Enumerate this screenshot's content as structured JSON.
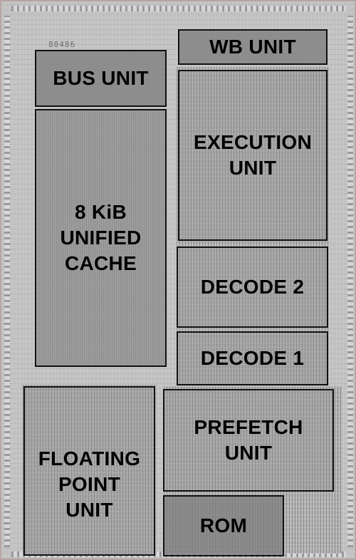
{
  "die": {
    "mark": "80486",
    "blocks": {
      "wb_unit": {
        "label": "WB UNIT"
      },
      "bus_unit": {
        "label": "BUS UNIT"
      },
      "execution_unit": {
        "label_line1": "EXECUTION",
        "label_line2": "UNIT"
      },
      "cache": {
        "label_line1": "8 KiB",
        "label_line2": "UNIFIED",
        "label_line3": "CACHE"
      },
      "decode2": {
        "label": "DECODE 2"
      },
      "decode1": {
        "label": "DECODE 1"
      },
      "prefetch_unit": {
        "label_line1": "PREFETCH",
        "label_line2": "UNIT"
      },
      "fpu": {
        "label_line1": "FLOATING",
        "label_line2": "POINT",
        "label_line3": "UNIT"
      },
      "rom": {
        "label": "ROM"
      }
    }
  }
}
